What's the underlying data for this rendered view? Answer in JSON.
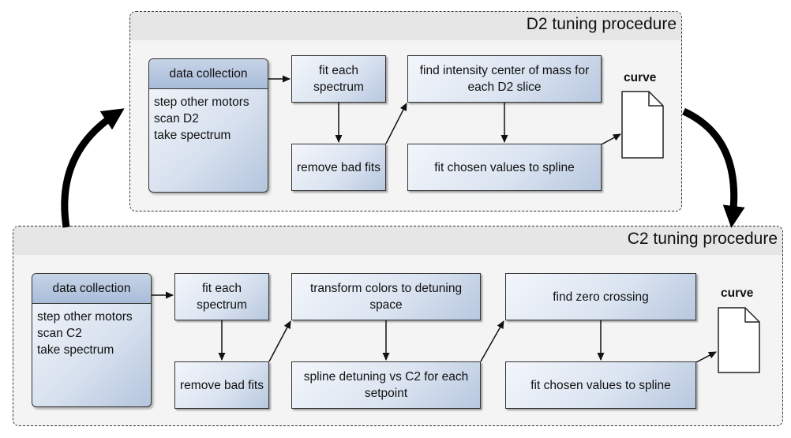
{
  "d2": {
    "title": "D2 tuning procedure",
    "data_collection": {
      "header": "data collection",
      "lines": [
        "step other motors",
        "scan D2",
        "take spectrum"
      ]
    },
    "fit_each_spectrum": "fit each spectrum",
    "remove_bad_fits": "remove bad fits",
    "find_center": "find intensity center of mass for each D2 slice",
    "fit_spline": "fit chosen values to spline",
    "curve_label": "curve"
  },
  "c2": {
    "title": "C2 tuning procedure",
    "data_collection": {
      "header": "data collection",
      "lines": [
        "step other motors",
        "scan C2",
        "take spectrum"
      ]
    },
    "fit_each_spectrum": "fit each spectrum",
    "remove_bad_fits": "remove bad fits",
    "transform_colors": "transform colors to detuning space",
    "spline_detuning": "spline detuning vs C2 for each setpoint",
    "find_zero_crossing": "find zero crossing",
    "fit_spline": "fit chosen values to spline",
    "curve_label": "curve"
  }
}
